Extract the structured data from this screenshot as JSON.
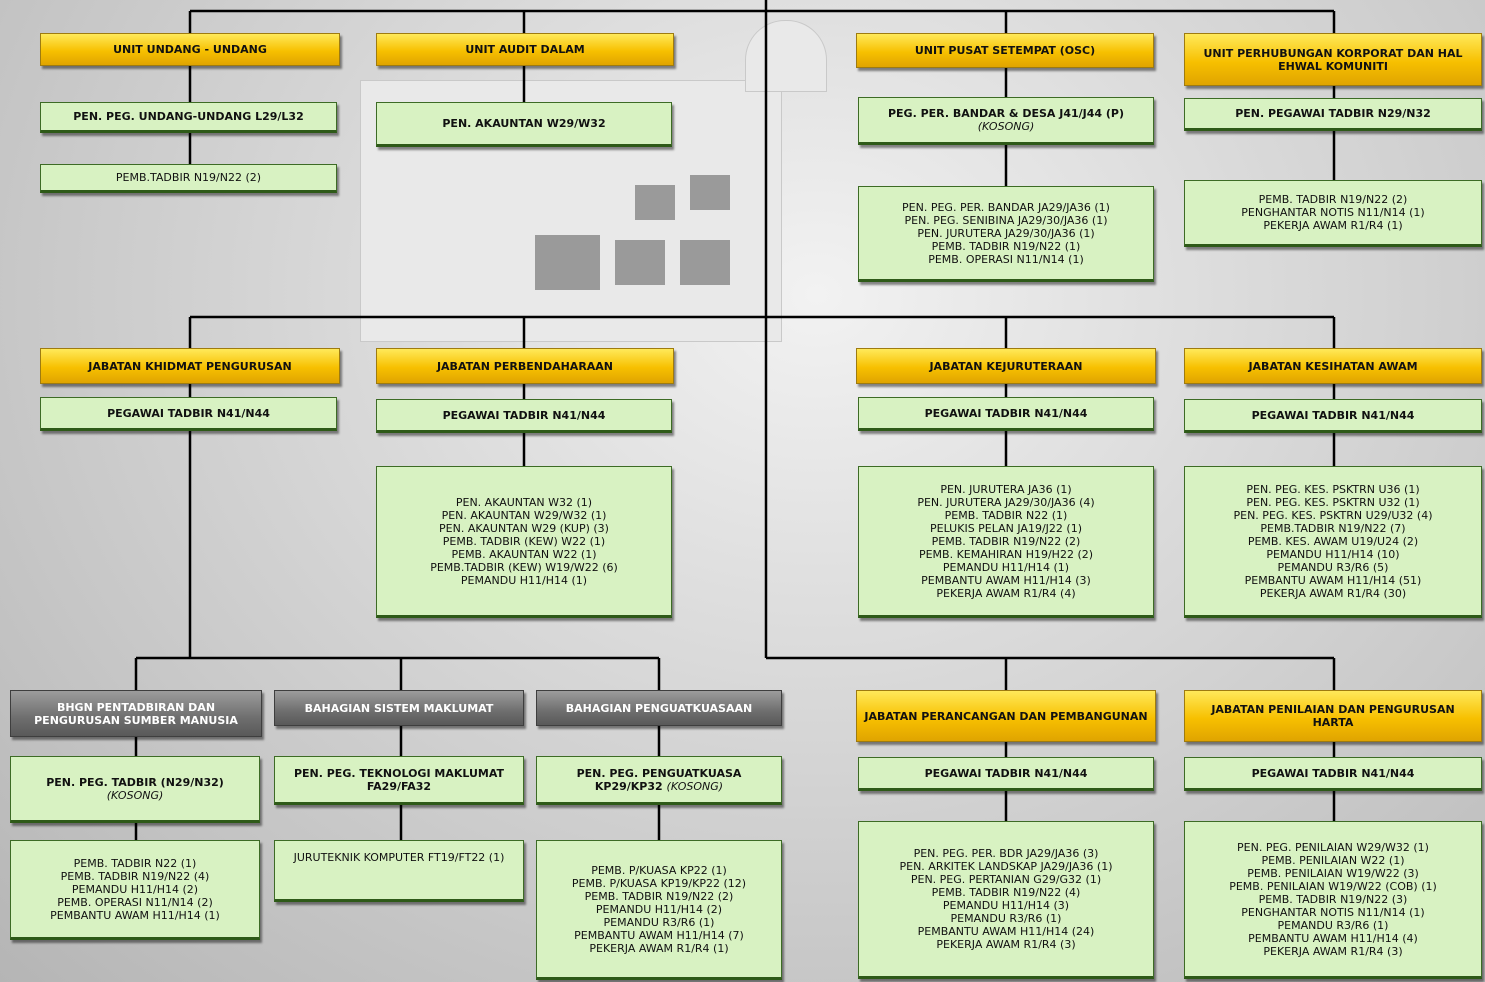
{
  "units": {
    "undang": {
      "header": "UNIT UNDANG - UNDANG",
      "position": "PEN. PEG. UNDANG-UNDANG L29/L32",
      "staff": [
        "PEMB.TADBIR N19/N22 (2)"
      ]
    },
    "audit": {
      "header": "UNIT AUDIT DALAM",
      "position": "PEN. AKAUNTAN W29/W32"
    },
    "osc": {
      "header": "UNIT PUSAT SETEMPAT (OSC)",
      "position": "PEG. PER. BANDAR & DESA J41/J44 (P)",
      "position_note": "(KOSONG)",
      "staff": [
        "PEN. PEG. PER. BANDAR JA29/JA36 (1)",
        "PEN. PEG. SENIBINA JA29/30/JA36 (1)",
        "PEN. JURUTERA JA29/30/JA36 (1)",
        "PEMB. TADBIR N19/N22 (1)",
        "PEMB. OPERASI N11/N14 (1)"
      ]
    },
    "korporat": {
      "header": "UNIT PERHUBUNGAN KORPORAT DAN HAL EHWAL KOMUNITI",
      "position": "PEN. PEGAWAI TADBIR N29/N32",
      "staff": [
        "PEMB. TADBIR N19/N22 (2)",
        "PENGHANTAR NOTIS N11/N14 (1)",
        "PEKERJA AWAM R1/R4 (1)"
      ]
    }
  },
  "departments": {
    "khidmat": {
      "header": "JABATAN KHIDMAT PENGURUSAN",
      "position": "PEGAWAI TADBIR N41/N44"
    },
    "perbendaharaan": {
      "header": "JABATAN PERBENDAHARAAN",
      "position": "PEGAWAI TADBIR N41/N44",
      "staff": [
        "PEN. AKAUNTAN  W32 (1)",
        "PEN. AKAUNTAN  W29/W32 (1)",
        "PEN. AKAUNTAN  W29 (KUP) (3)",
        "PEMB. TADBIR (KEW) W22 (1)",
        "PEMB. AKAUNTAN  W22 (1)",
        "PEMB.TADBIR (KEW) W19/W22 (6)",
        "PEMANDU H11/H14 (1)"
      ]
    },
    "kejuruteraan": {
      "header": "JABATAN KEJURUTERAAN",
      "position": "PEGAWAI TADBIR N41/N44",
      "staff": [
        "PEN. JURUTERA JA36 (1)",
        "PEN. JURUTERA JA29/30/JA36 (4)",
        "PEMB. TADBIR N22 (1)",
        "PELUKIS PELAN JA19/J22 (1)",
        "PEMB. TADBIR N19/N22 (2)",
        "PEMB. KEMAHIRAN H19/H22 (2)",
        "PEMANDU H11/H14 (1)",
        "PEMBANTU AWAM H11/H14 (3)",
        "PEKERJA AWAM R1/R4 (4)"
      ]
    },
    "kesihatan": {
      "header": "JABATAN KESIHATAN AWAM",
      "position": "PEGAWAI TADBIR N41/N44",
      "staff": [
        "PEN. PEG. KES. PSKTRN U36 (1)",
        "PEN. PEG. KES. PSKTRN U32 (1)",
        "PEN. PEG. KES. PSKTRN U29/U32 (4)",
        "PEMB.TADBIR N19/N22 (7)",
        "PEMB. KES. AWAM U19/U24 (2)",
        "PEMANDU H11/H14 (10)",
        "PEMANDU R3/R6 (5)",
        "PEMBANTU AWAM  H11/H14 (51)",
        "PEKERJA AWAM R1/R4 (30)"
      ]
    },
    "perancangan": {
      "header": "JABATAN PERANCANGAN DAN PEMBANGUNAN",
      "position": "PEGAWAI TADBIR N41/N44",
      "staff": [
        "PEN. PEG. PER. BDR JA29/JA36 (3)",
        "PEN. ARKITEK LANDSKAP  JA29/JA36 (1)",
        "PEN. PEG. PERTANIAN G29/G32 (1)",
        "PEMB. TADBIR N19/N22 (4)",
        "PEMANDU H11/H14 (3)",
        "PEMANDU R3/R6 (1)",
        "PEMBANTU AWAM H11/H14 (24)",
        "PEKERJA AWAM R1/R4 (3)"
      ]
    },
    "penilaian": {
      "header": "JABATAN PENILAIAN DAN PENGURUSAN HARTA",
      "position": "PEGAWAI TADBIR N41/N44",
      "staff": [
        "PEN. PEG. PENILAIAN W29/W32 (1)",
        "PEMB. PENILAIAN W22 (1)",
        "PEMB. PENILAIAN W19/W22 (3)",
        "PEMB. PENILAIAN W19/W22 (COB) (1)",
        "PEMB. TADBIR N19/N22 (3)",
        "PENGHANTAR NOTIS N11/N14 (1)",
        "PEMANDU R3/R6 (1)",
        "PEMBANTU AWAM H11/H14 (4)",
        "PEKERJA AWAM R1/R4 (3)"
      ]
    }
  },
  "divisions": {
    "pentadbiran": {
      "header": "BHGN PENTADBIRAN DAN PENGURUSAN SUMBER MANUSIA",
      "position": "PEN. PEG. TADBIR (N29/N32)",
      "position_note": "(KOSONG)",
      "staff": [
        "PEMB. TADBIR N22 (1)",
        "PEMB. TADBIR N19/N22 (4)",
        "PEMANDU H11/H14 (2)",
        "PEMB. OPERASI N11/N14 (2)",
        "PEMBANTU AWAM H11/H14 (1)"
      ]
    },
    "sistem": {
      "header": "BAHAGIAN SISTEM MAKLUMAT",
      "position": "PEN. PEG. TEKNOLOGI MAKLUMAT FA29/FA32",
      "staff": [
        "JURUTEKNIK KOMPUTER FT19/FT22 (1)"
      ]
    },
    "penguatkuasaan": {
      "header": "BAHAGIAN PENGUATKUASAAN",
      "position": "PEN. PEG. PENGUATKUASA KP29/KP32",
      "position_note": "(KOSONG)",
      "staff": [
        "PEMB. P/KUASA KP22 (1)",
        "PEMB. P/KUASA KP19/KP22 (12)",
        "PEMB. TADBIR N19/N22 (2)",
        "PEMANDU H11/H14 (2)",
        "PEMANDU R3/R6 (1)",
        "PEMBANTU AWAM H11/H14 (7)",
        "PEKERJA AWAM R1/R4 (1)"
      ]
    }
  },
  "colors": {
    "header_gold": "#f7c000",
    "header_grey": "#6e6e6e",
    "box_green": "#d8f2c2",
    "line": "#000000"
  }
}
